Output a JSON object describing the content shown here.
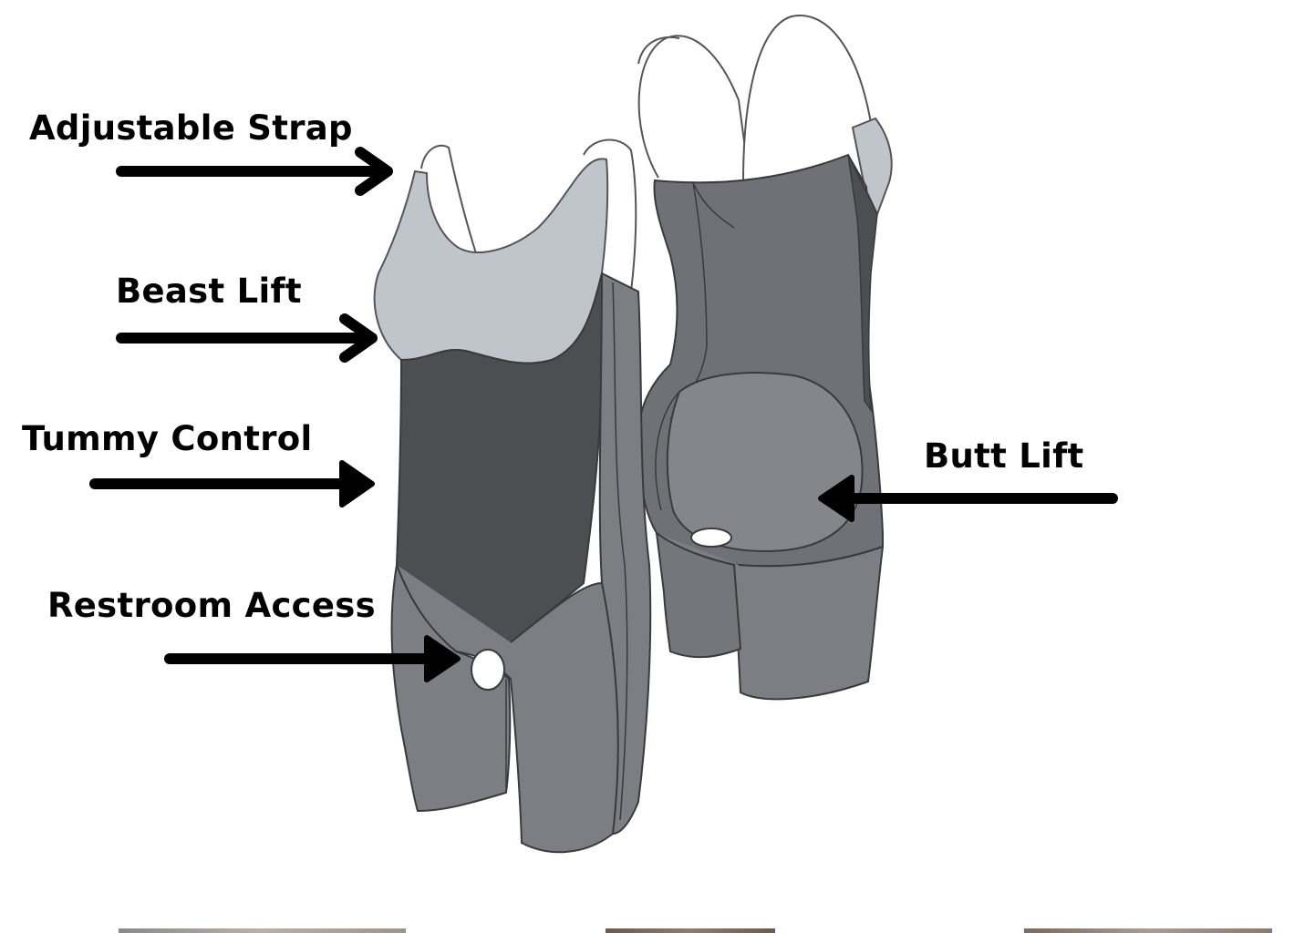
{
  "labels": {
    "strap": "Adjustable Strap",
    "breast": "Beast Lift",
    "tummy": "Tummy Control",
    "restroom": "Restroom Access",
    "butt": "Butt Lift"
  },
  "colors": {
    "text": "#000000",
    "arrow": "#000000",
    "cup_light": "#c0c5cc",
    "body_dark": "#4d4e52",
    "leg_mid": "#7d7e83",
    "back_mid": "#707177",
    "seat_panel": "#85868b",
    "outline": "#3a3a3d",
    "strap": "#ffffff"
  },
  "icons": [
    "front-bodysuit-illustration",
    "back-bodysuit-illustration",
    "arrow-right-icon",
    "arrow-left-icon"
  ]
}
